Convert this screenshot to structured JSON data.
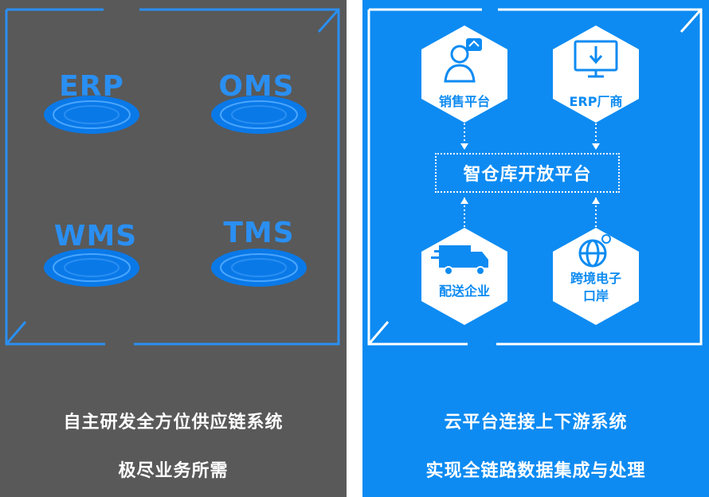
{
  "left": {
    "systems": [
      "ERP",
      "OMS",
      "WMS",
      "TMS"
    ],
    "caption_line1": "自主研发全方位供应链系统",
    "caption_line2": "极尽业务所需",
    "background": "#595959",
    "accent": "#2a8ff2"
  },
  "right": {
    "nodes": {
      "sales": "销售平台",
      "erp_vendor": "ERP厂商",
      "delivery": "配送企业",
      "crossborder_line1": "跨境电子",
      "crossborder_line2": "口岸"
    },
    "hub": "智仓库开放平台",
    "caption_line1": "云平台连接上下游系统",
    "caption_line2": "实现全链路数据集成与处理",
    "background": "#0d8bf2"
  },
  "icons": [
    "salesperson-icon",
    "monitor-download-icon",
    "truck-icon",
    "globe-icon"
  ]
}
